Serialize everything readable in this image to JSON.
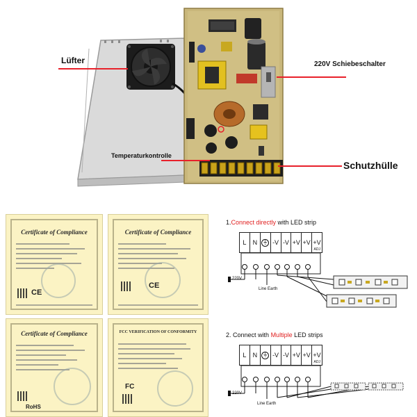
{
  "product_photo": {
    "labels": {
      "fan": "Lüfter",
      "slide_switch": "220V Schiebeschalter",
      "temperature_control": "Temperaturkontrolle",
      "protective_cover": "Schutzhülle"
    },
    "colors": {
      "pointer": "#e8202a",
      "pcb": "#c9b77b",
      "case": "#d9d9d9"
    }
  },
  "certificates": [
    {
      "title": "Certificate of Compliance",
      "marks": [
        "CE"
      ]
    },
    {
      "title": "Certificate of Compliance",
      "marks": [
        "CE"
      ]
    },
    {
      "title": "Certificate of Compliance",
      "marks": [
        "RoHS"
      ]
    },
    {
      "title": "FCC VERIFICATION OF CONFORMITY",
      "marks": [
        "FC"
      ]
    }
  ],
  "wiring": {
    "diagram1": {
      "number": "1.",
      "highlight": "Connect directly",
      "rest": " with LED strip",
      "terminals": [
        "L",
        "N",
        "⏚",
        "-V",
        "-V",
        "+V",
        "+V",
        "+V"
      ],
      "adj": "ADJ",
      "input_label": "220V",
      "wire_label": "Line Earth"
    },
    "diagram2": {
      "number": "2.",
      "prefix": "Connect with ",
      "highlight": "Multiple",
      "rest": " LED strips",
      "terminals": [
        "L",
        "N",
        "⏚",
        "-V",
        "-V",
        "+V",
        "+V",
        "+V"
      ],
      "adj": "ADJ",
      "input_label": "220V",
      "wire_label": "Line Earth"
    }
  }
}
